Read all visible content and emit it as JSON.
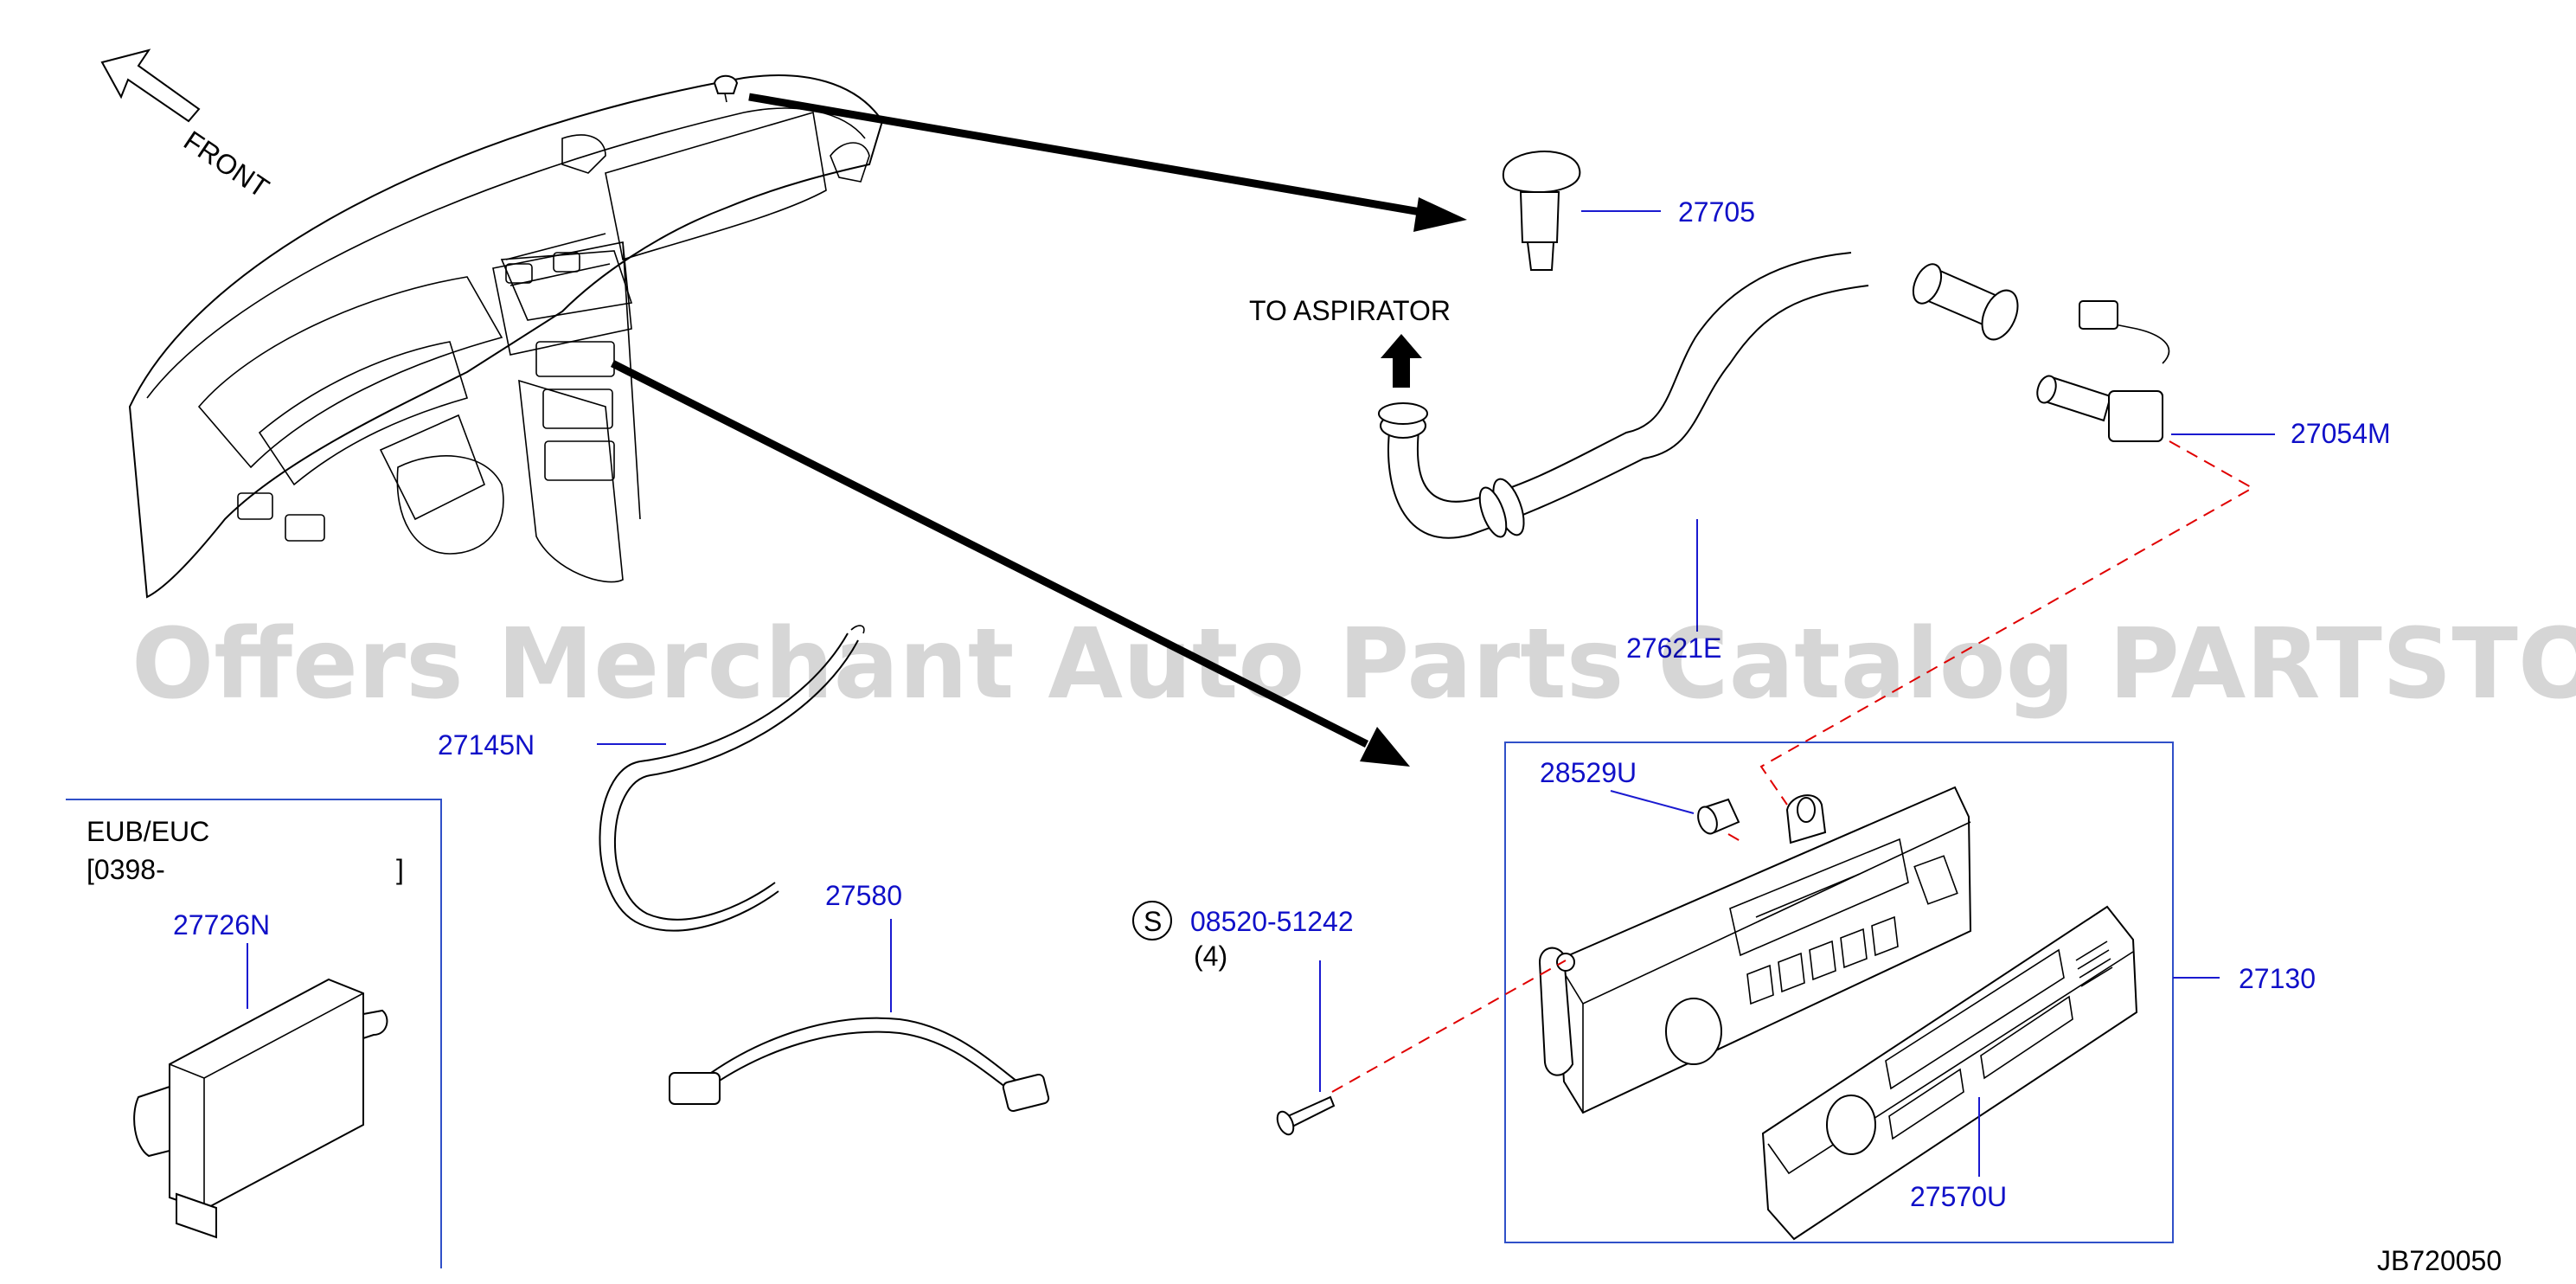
{
  "diagram_code": "JB720050",
  "direction": {
    "label": "FRONT",
    "icon": "front-arrow-icon"
  },
  "watermark": "Offers Merchant Auto Parts Catalog PARTSTORE.SA",
  "note": "TO  ASPIRATOR",
  "variant": {
    "line1": "EUB/EUC",
    "line2_open": "[0398-",
    "line2_close": "]"
  },
  "fastener": {
    "symbol": "S",
    "part_number": "08520-51242",
    "quantity": "(4)"
  },
  "parts": {
    "p27705": "27705",
    "p27054M": "27054M",
    "p27621E": "27621E",
    "p27145N": "27145N",
    "p28529U": "28529U",
    "p27130": "27130",
    "p27726N": "27726N",
    "p27580": "27580",
    "p27570U": "27570U"
  },
  "colors": {
    "part_number": "#1010c8",
    "leader": "#1a1ad0",
    "dashed_link": "#e00000",
    "box": "#3050c8"
  }
}
